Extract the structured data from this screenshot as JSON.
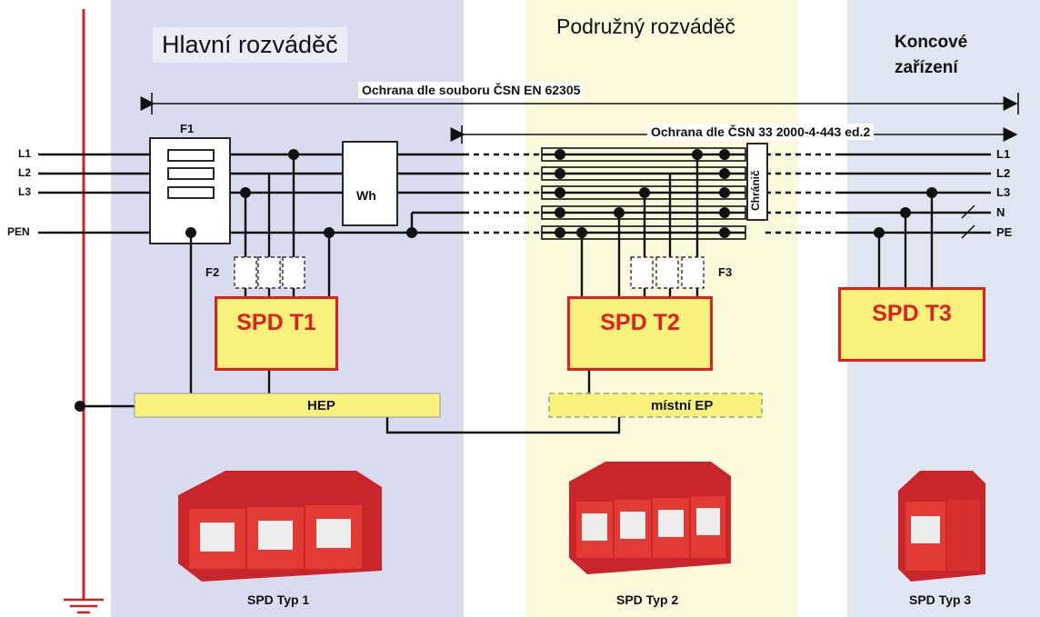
{
  "zones": {
    "main": {
      "title": "Hlavní rozváděč",
      "caption": "SPD Typ 1"
    },
    "sub": {
      "title": "Podružný rozváděč",
      "caption": "SPD Typ 2"
    },
    "end": {
      "title_line1": "Koncové",
      "title_line2": "zařízení",
      "caption": "SPD Typ 3"
    }
  },
  "protection": {
    "series_label": "Ochrana dle souboru ČSN EN 62305",
    "standard_label": "Ochrana dle ČSN 33 2000-4-443 ed.2"
  },
  "conductors_left": [
    "L1",
    "L2",
    "L3",
    "PEN"
  ],
  "conductors_right": [
    "L1",
    "L2",
    "L3",
    "N",
    "PE"
  ],
  "components": {
    "fuse": "F1",
    "meter": "Wh",
    "spd_fuse_1": "F2",
    "spd_fuse_2": "F3",
    "rcd": "Chránič"
  },
  "spd": {
    "t1": "SPD T1",
    "t2": "SPD T2",
    "t3": "SPD T3"
  },
  "bonding": {
    "main": "HEP",
    "local": "místní EP"
  },
  "colors": {
    "zone_main": "#d9dbee",
    "zone_sub": "#fbf8dc",
    "zone_end": "#dfe6f2",
    "spd_fill": "#f8f17a",
    "spd_border": "#e02020",
    "earth_line": "#d02020"
  }
}
